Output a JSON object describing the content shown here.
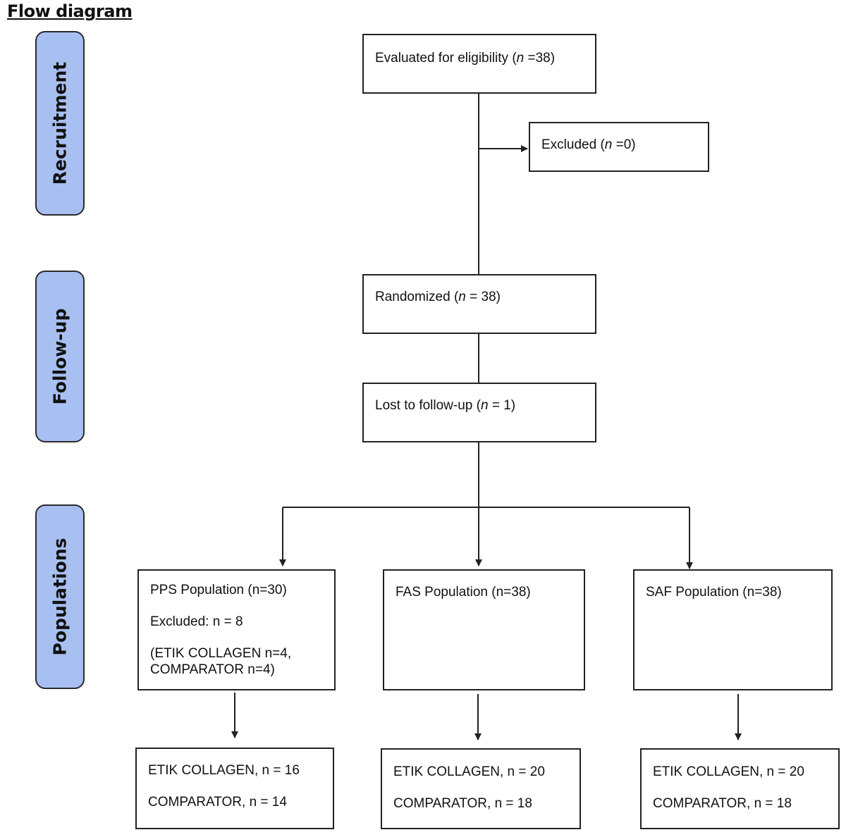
{
  "title": "Flow diagram",
  "stages": {
    "recruitment": "Recruitment",
    "followup": "Follow-up",
    "populations": "Populations"
  },
  "boxes": {
    "evaluated": {
      "pre": "Evaluated for eligibility (",
      "n": "n",
      "post": " =38)"
    },
    "excluded": {
      "pre": "Excluded (",
      "n": "n",
      "post": " =0)"
    },
    "randomized": {
      "pre": "Randomized (",
      "n": "n",
      "post": " = 38)"
    },
    "lost": {
      "pre": "Lost to follow-up (",
      "n": "n",
      "post": " = 1)"
    },
    "pps": {
      "line1": "PPS Population (n=30)",
      "line2": "Excluded: n = 8",
      "line3": "(ETIK COLLAGEN n=4,",
      "line4": "COMPARATOR n=4)"
    },
    "fas": {
      "line1": "FAS Population (n=38)"
    },
    "saf": {
      "line1": "SAF Population (n=38)"
    },
    "pps_result": {
      "line1": "ETIK COLLAGEN, n = 16",
      "line2": "COMPARATOR, n = 14"
    },
    "fas_result": {
      "line1": "ETIK COLLAGEN, n = 20",
      "line2": "COMPARATOR, n = 18"
    },
    "saf_result": {
      "line1": "ETIK COLLAGEN, n = 20",
      "line2": "COMPARATOR, n = 18"
    }
  },
  "colors": {
    "stage_fill": "#a7bff1",
    "line": "#222222"
  }
}
